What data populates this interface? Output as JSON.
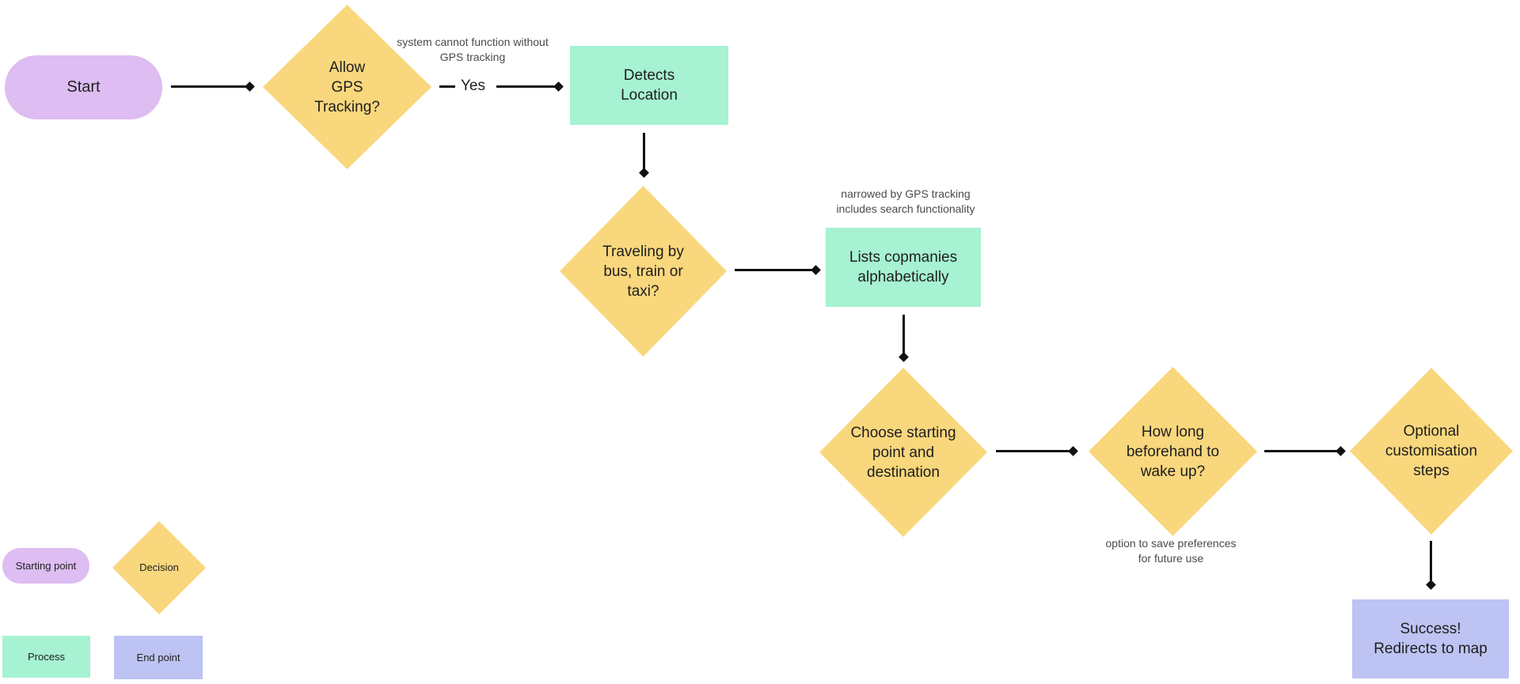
{
  "diagram": {
    "background": "#ffffff",
    "palette": {
      "starting_point": "#ddbdf2",
      "decision": "#f9d77d",
      "process": "#a6f2d2",
      "end_point": "#bdc3f2",
      "connector": "#111111",
      "node_text": "#1e1e1e",
      "annotation_text": "#4a4a4a"
    },
    "nodes": {
      "start": {
        "type": "starting-point",
        "label": "Start"
      },
      "allow_gps": {
        "type": "decision",
        "label": "Allow\nGPS\nTracking?"
      },
      "detects_location": {
        "type": "process",
        "label": "Detects\nLocation"
      },
      "traveling_by": {
        "type": "decision",
        "label": "Traveling by\nbus, train or\ntaxi?"
      },
      "lists_companies": {
        "type": "process",
        "label": "Lists copmanies\nalphabetically"
      },
      "choose_points": {
        "type": "decision",
        "label": "Choose starting\npoint and\ndestination"
      },
      "how_long": {
        "type": "decision",
        "label": "How long\nbeforehand to\nwake up?"
      },
      "optional_custom": {
        "type": "decision",
        "label": "Optional\ncustomisation\nsteps"
      },
      "success": {
        "type": "end-point",
        "label": "Success!\nRedirects to map"
      }
    },
    "edge_labels": {
      "yes": "Yes"
    },
    "annotations": {
      "gps_required": "system cannot function without\nGPS tracking",
      "narrowed": "narrowed by GPS tracking\nincludes search functionality",
      "save_preferences": "option to save preferences\nfor future use"
    },
    "legend": {
      "starting_point": "Starting point",
      "decision": "Decision",
      "process": "Process",
      "end_point": "End point"
    }
  }
}
